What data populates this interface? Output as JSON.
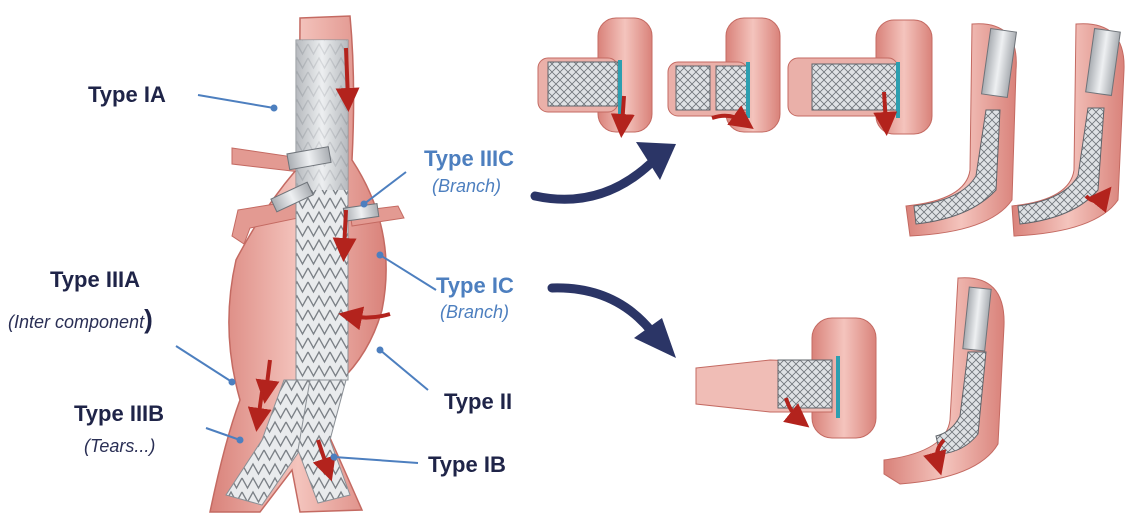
{
  "labels": {
    "type_ia": "Type IA",
    "type_iiia": "Type IIIA",
    "type_iiia_sub": "(Inter component",
    "type_iiia_paren": ")",
    "type_iiib": "Type IIIB",
    "type_iiib_sub": "(Tears...)",
    "type_iiic": "Type IIIC",
    "type_iiic_sub": "(Branch)",
    "type_ic": "Type IC",
    "type_ic_sub": "(Branch)",
    "type_ii": "Type II",
    "type_ib": "Type IB"
  },
  "colors": {
    "label_dark": "#1f2448",
    "label_blue": "#4d7fbf",
    "pointer_line": "#4d7fbf",
    "vessel_pink": "#e8a39c",
    "leak_red": "#b3231d",
    "arrow_navy": "#2b3566",
    "stent_gray": "#d5d8db"
  }
}
